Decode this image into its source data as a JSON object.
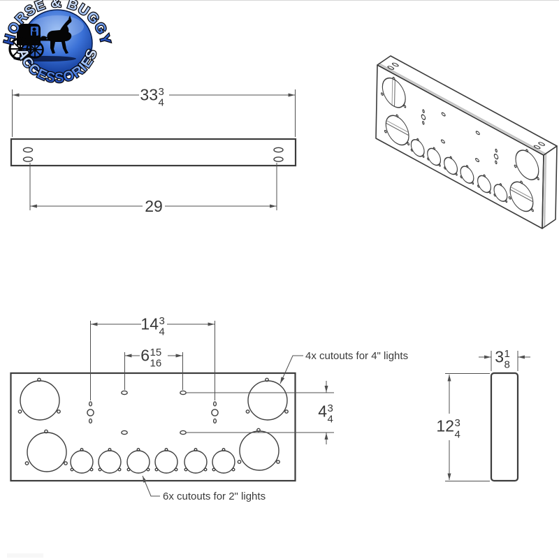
{
  "title": "Horse & Buggy Accessories rear light panel technical drawing",
  "colors": {
    "outline": "#3c3c3c",
    "dim_line": "#4f4f4f",
    "text": "#383838",
    "logo_blue": "#2f62c4",
    "logo_blue_dark": "#0b2a78",
    "logo_blue_light": "#8ab4f2"
  },
  "logo": {
    "top_text": "HORSE & BUGGY",
    "bottom_text": "ACCESSORIES"
  },
  "dims": {
    "overall_width": {
      "whole": "33",
      "num": "3",
      "den": "4"
    },
    "slot_span": {
      "whole": "29"
    },
    "screw_span_outer": {
      "whole": "14",
      "num": "3",
      "den": "4"
    },
    "screw_span_inner": {
      "whole": "6",
      "num": "15",
      "den": "16"
    },
    "screw_row_gap": {
      "whole": "4",
      "num": "3",
      "den": "4"
    },
    "thickness": {
      "whole": "3",
      "num": "1",
      "den": "8"
    },
    "panel_height": {
      "whole": "12",
      "num": "3",
      "den": "4"
    }
  },
  "callouts": {
    "lights4": "4x cutouts for 4\" lights",
    "lights2": "6x cutouts for 2\" lights"
  }
}
